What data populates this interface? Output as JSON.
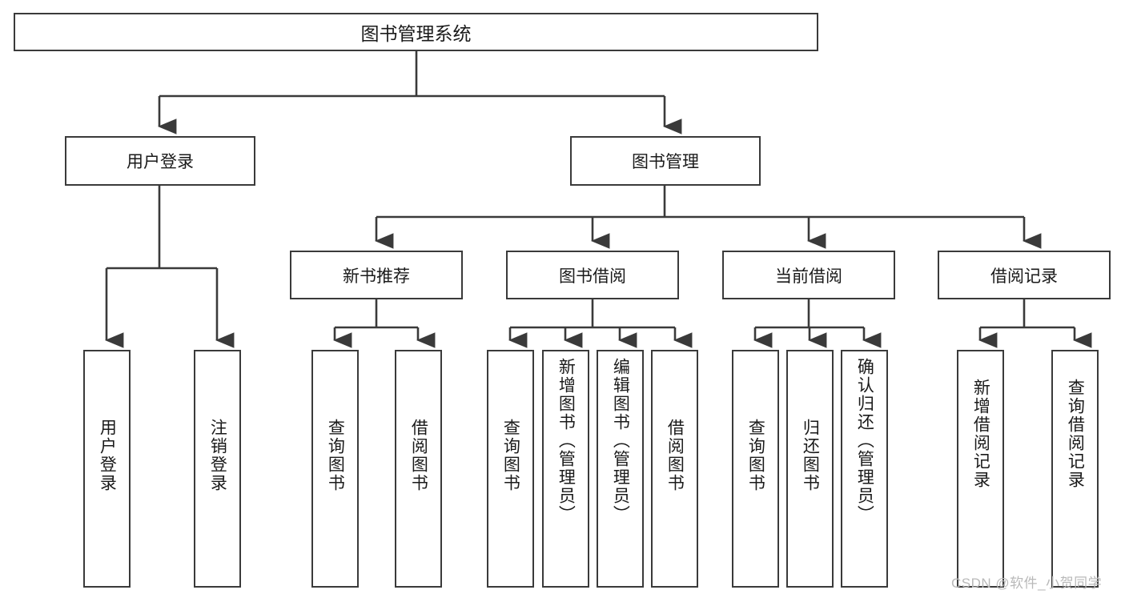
{
  "diagram": {
    "title": "图书管理系统",
    "type": "tree-hierarchy",
    "root": {
      "id": "root",
      "label": "图书管理系统"
    },
    "level1": [
      {
        "id": "user-login",
        "label": "用户登录"
      },
      {
        "id": "book-management",
        "label": "图书管理"
      }
    ],
    "level2": [
      {
        "id": "new-book-recommend",
        "label": "新书推荐",
        "parent": "book-management"
      },
      {
        "id": "book-borrow",
        "label": "图书借阅",
        "parent": "book-management"
      },
      {
        "id": "current-borrow",
        "label": "当前借阅",
        "parent": "book-management"
      },
      {
        "id": "borrow-record",
        "label": "借阅记录",
        "parent": "book-management"
      }
    ],
    "leaves": {
      "user-login": [
        {
          "id": "leaf-user-login",
          "label": "用户登录"
        },
        {
          "id": "leaf-user-logout",
          "label": "注销登录"
        }
      ],
      "new-book-recommend": [
        {
          "id": "leaf-query-book-1",
          "label": "查询图书"
        },
        {
          "id": "leaf-borrow-book-1",
          "label": "借阅图书"
        }
      ],
      "book-borrow": [
        {
          "id": "leaf-query-book-2",
          "label": "查询图书"
        },
        {
          "id": "leaf-add-book",
          "label": "新增图书（管理员）"
        },
        {
          "id": "leaf-edit-book",
          "label": "编辑图书（管理员）"
        },
        {
          "id": "leaf-borrow-book-2",
          "label": "借阅图书"
        }
      ],
      "current-borrow": [
        {
          "id": "leaf-query-book-3",
          "label": "查询图书"
        },
        {
          "id": "leaf-return-book",
          "label": "归还图书"
        },
        {
          "id": "leaf-confirm-return",
          "label": "确认归还（管理员）"
        }
      ],
      "borrow-record": [
        {
          "id": "leaf-add-record",
          "label": "新增借阅记录"
        },
        {
          "id": "leaf-query-record",
          "label": "查询借阅记录"
        }
      ]
    },
    "watermark": "CSDN @软件_小贺同学",
    "colors": {
      "stroke": "#3a3a3a",
      "fill": "#ffffff",
      "text": "#1a1a1a",
      "watermark": "#b9b9b9"
    }
  }
}
